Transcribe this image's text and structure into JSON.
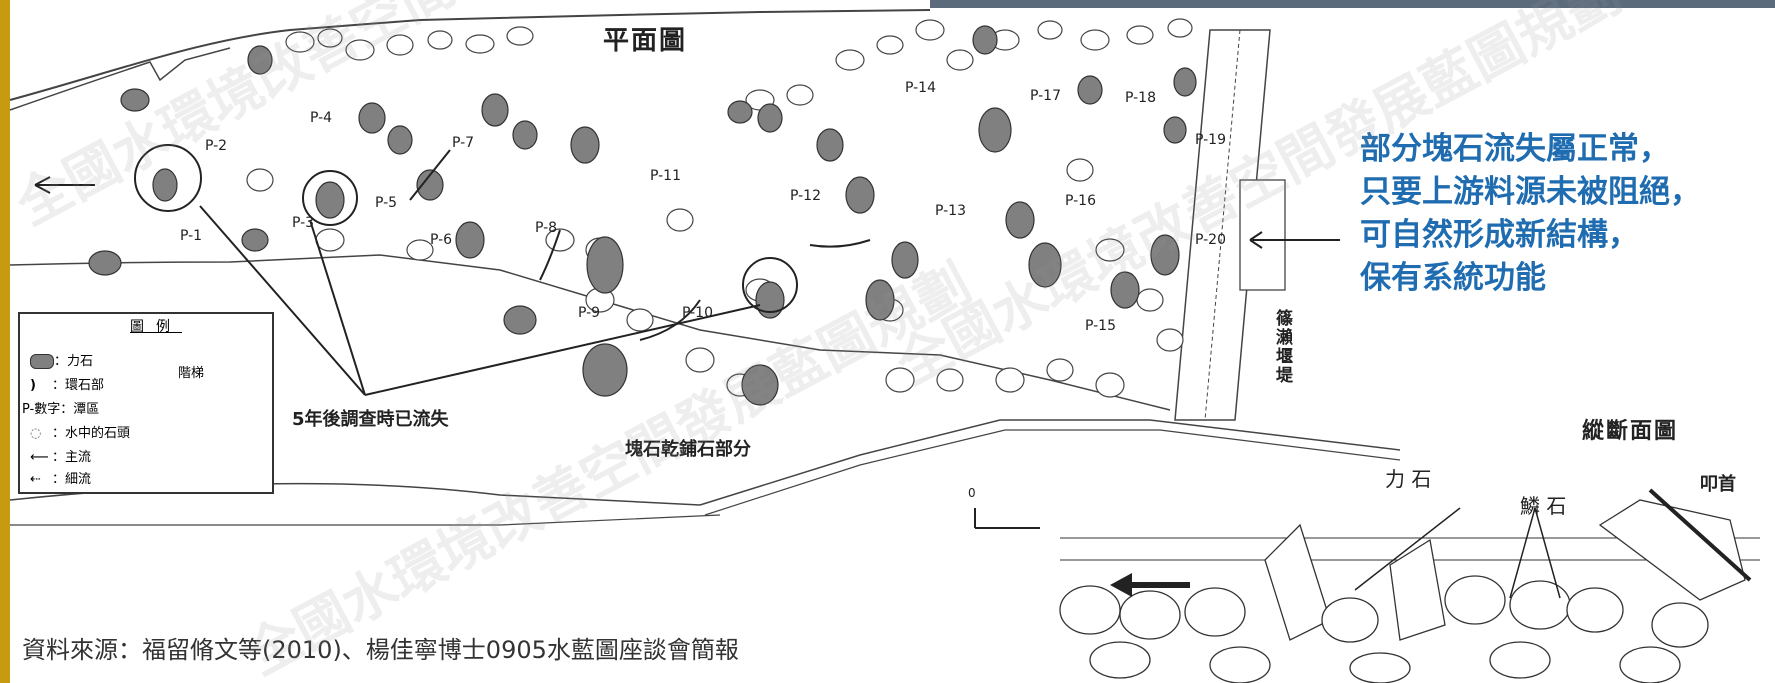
{
  "plan_title": "平面圖",
  "section_title": "縱斷面圖",
  "callout_lines": [
    "部分塊石流失屬正常，",
    "只要上游料源未被阻絕，",
    "可自然形成新結構，",
    "保有系統功能"
  ],
  "cell_labels": [
    "P-1",
    "P-2",
    "P-3",
    "P-4",
    "P-5",
    "P-6",
    "P-7",
    "P-8",
    "P-9",
    "P-10",
    "P-11",
    "P-12",
    "P-13",
    "P-14",
    "P-15",
    "P-16",
    "P-17",
    "P-18",
    "P-19",
    "P-20"
  ],
  "annotations": {
    "lost_after_5yr": "5年後調查時已流失",
    "dry_stone_part": "塊石乾鋪石部分",
    "weir_label": "篠瀨堰堤"
  },
  "legend": {
    "title": "圖例",
    "items": [
      {
        "label": "：力石"
      },
      {
        "label": "：環石部"
      },
      {
        "label": "P-數字：潭區"
      },
      {
        "label": "：水中的石頭"
      },
      {
        "label": "：主流"
      },
      {
        "label": "：細流"
      }
    ],
    "group_label": "階梯"
  },
  "section_labels": {
    "riki_stone": "力 石",
    "scale_stone": "鱗 石",
    "toe": "叩首"
  },
  "scale_zero": "0",
  "source": "資料來源：福留脩文等(2010)、楊佳寧博士0905水藍圖座談會簡報",
  "watermark": "全國水環境改善空間發展藍圖規劃",
  "colors": {
    "callout": "#1f6cb0",
    "stone": "#7f7f7f",
    "accent_bar": "#c79a10"
  }
}
